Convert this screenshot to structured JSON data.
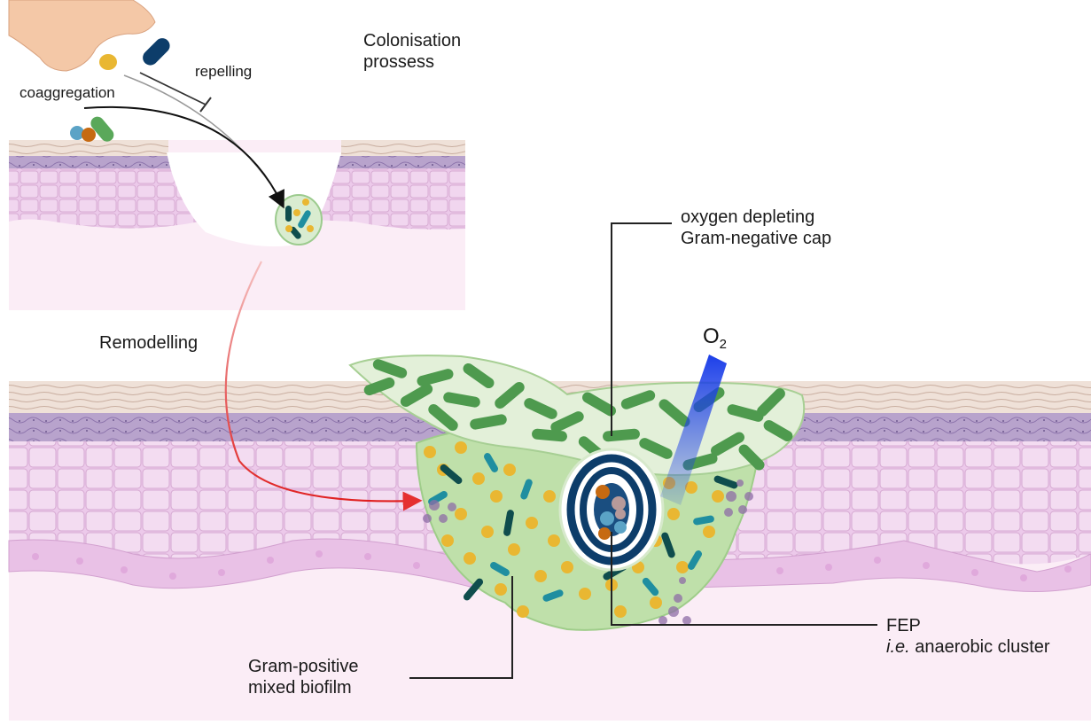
{
  "labels": {
    "colonisation": "Colonisation\nprossess",
    "repelling": "repelling",
    "coaggregation": "coaggregation",
    "remodelling": "Remodelling",
    "gram_negative_cap": "oxygen depleting\nGram-negative cap",
    "o2_main": "O",
    "o2_sub": "2",
    "fep_title": "FEP",
    "fep_ie": "i.e.",
    "fep_rest": " anaerobic cluster",
    "gram_positive": "Gram-positive\nmixed biofilm"
  },
  "colors": {
    "skin_top": "#efe2dc",
    "stratum_corneum": "#e6d3c8",
    "granular": "#a994bf",
    "spinous": "#ecc9ea",
    "basal": "#e7b9e2",
    "dermis": "#fbedf6",
    "gram_negative": "#4e9a4e",
    "gram_negative_light": "#e3f0d9",
    "anaerobe_dark": "#0d3d6a",
    "coccus_yellow": "#e9b732",
    "rod_teal": "#1f8ea0",
    "rod_darkteal": "#0f4d4d",
    "oxygen_blue": "#1f49e8",
    "remodel_arrow": "#e53030",
    "purple_cells": "#8e6da7"
  },
  "icons": [
    "hand-icon",
    "bacterium-icon",
    "oxygen-gradient-icon"
  ]
}
